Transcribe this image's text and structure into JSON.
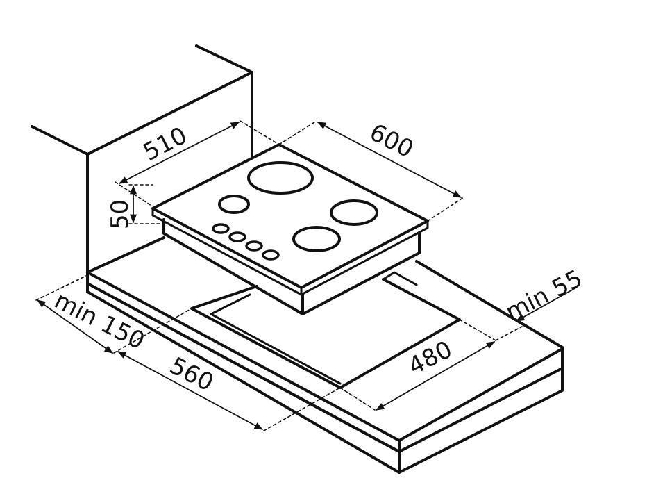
{
  "colors": {
    "ink": "#111111",
    "background": "#ffffff"
  },
  "dimensions": {
    "depth": "510",
    "width": "600",
    "height": "50",
    "side_clearance": "min 150",
    "cutout_width": "560",
    "cutout_depth": "480",
    "front_clearance": "min 55"
  }
}
